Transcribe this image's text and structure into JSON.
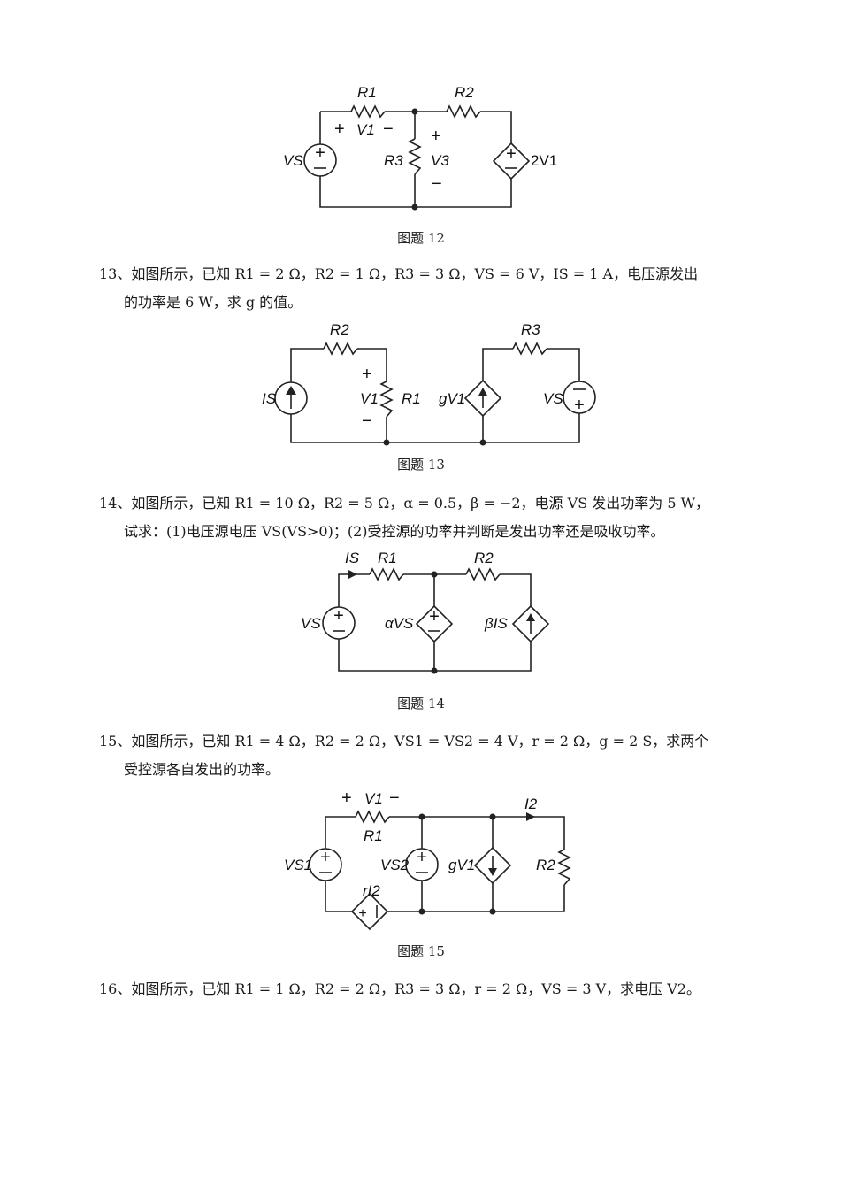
{
  "figures": [
    {
      "caption": "图题 12",
      "labels": {
        "r1": "R1",
        "r2": "R2",
        "r3": "R3",
        "vs": "VS",
        "v1": "V1",
        "v3": "V3",
        "dep": "2V1",
        "plus": "+",
        "minus": "−"
      }
    },
    {
      "caption": "图题 13",
      "labels": {
        "r1": "R1",
        "r2": "R2",
        "r3": "R3",
        "is": "IS",
        "vs": "VS",
        "v1": "V1",
        "dep": "gV1",
        "plus": "+",
        "minus": "−"
      }
    },
    {
      "caption": "图题 14",
      "labels": {
        "r1": "R1",
        "r2": "R2",
        "is": "IS",
        "vs": "VS",
        "dep_v": "αVS",
        "dep_i": "βIS"
      }
    },
    {
      "caption": "图题 15",
      "labels": {
        "r1": "R1",
        "r2": "R2",
        "v1": "V1",
        "vs1": "VS1",
        "vs2": "VS2",
        "ri2": "rI2",
        "dep": "gV1",
        "i2": "I2",
        "plus": "+",
        "minus": "−"
      }
    }
  ],
  "problems": [
    {
      "number": "13、",
      "line1": "如图所示，已知 R1 = 2 Ω，R2 = 1 Ω，R3 = 3 Ω，VS = 6 V，IS = 1 A，电压源发出",
      "line2": "的功率是 6 W，求 g 的值。"
    },
    {
      "number": "14、",
      "line1": "如图所示，已知 R1 = 10 Ω，R2 = 5 Ω，α = 0.5，β = −2，电源 VS 发出功率为 5 W，",
      "line2": "试求：(1)电压源电压 VS(VS>0)；(2)受控源的功率并判断是发出功率还是吸收功率。"
    },
    {
      "number": "15、",
      "line1": "如图所示，已知 R1 = 4 Ω，R2 = 2 Ω，VS1 = VS2 = 4 V，r = 2 Ω，g = 2 S，求两个",
      "line2": "受控源各自发出的功率。"
    },
    {
      "number": "16、",
      "line1": "如图所示，已知 R1 = 1 Ω，R2 = 2 Ω，R3 = 3 Ω，r = 2 Ω，VS = 3 V，求电压 V2。",
      "line2": ""
    }
  ]
}
